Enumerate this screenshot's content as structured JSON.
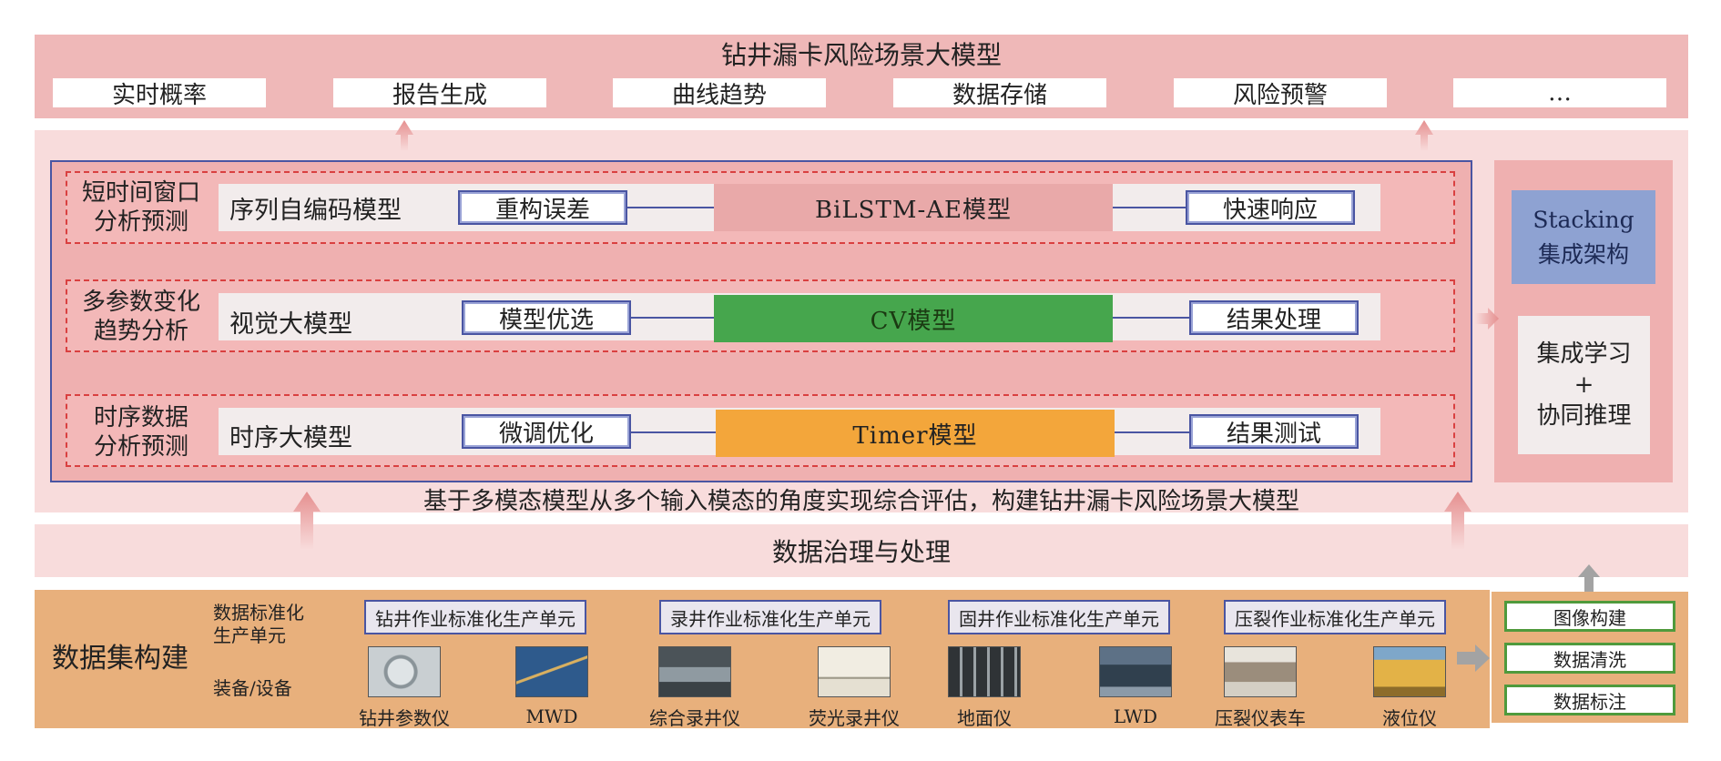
{
  "top": {
    "title": "钻井漏卡风险场景大模型",
    "items": [
      "实时概率",
      "报告生成",
      "曲线趋势",
      "数据存储",
      "风险预警",
      "…"
    ]
  },
  "rows": [
    {
      "name_line1": "短时间窗口",
      "name_line2": "分析预测",
      "model": "序列自编码模型",
      "left_pill": "重构误差",
      "core": "BiLSTM-AE模型",
      "core_color": "#e9a9a9",
      "right_pill": "快速响应"
    },
    {
      "name_line1": "多参数变化",
      "name_line2": "趋势分析",
      "model": "视觉大模型",
      "left_pill": "模型优选",
      "core": "CV模型",
      "core_color": "#46a64d",
      "right_pill": "结果处理"
    },
    {
      "name_line1": "时序数据",
      "name_line2": "分析预测",
      "model": "时序大模型",
      "left_pill": "微调优化",
      "core": "Timer模型",
      "core_color": "#f3a63b",
      "right_pill": "结果测试"
    }
  ],
  "right": {
    "stacking_line1": "Stacking",
    "stacking_line2": "集成架构",
    "ensemble_line1": "集成学习",
    "ensemble_line2": "+",
    "ensemble_line3": "协同推理"
  },
  "summary": "基于多模态模型从多个输入模态的角度实现综合评估，构建钻井漏卡风险场景大模型",
  "governance": "数据治理与处理",
  "bottom": {
    "data_build": "数据集构建",
    "label_unit_line1": "数据标准化",
    "label_unit_line2": "生产单元",
    "label_equipment": "装备/设备",
    "units": [
      "钻井作业标准化生产单元",
      "录井作业标准化生产单元",
      "固井作业标准化生产单元",
      "压裂作业标准化生产单元"
    ],
    "devices": [
      "钻井参数仪",
      "MWD",
      "综合录井仪",
      "荧光录井仪",
      "地面仪",
      "LWD",
      "压裂仪表车",
      "液位仪"
    ]
  },
  "processing": [
    "图像构建",
    "数据清洗",
    "数据标注"
  ],
  "colors": {
    "arrow": "#e8a0a0",
    "gray_arrow": "#a3a3a3",
    "frame": "#4a55a2",
    "dashed": "#d94040"
  }
}
